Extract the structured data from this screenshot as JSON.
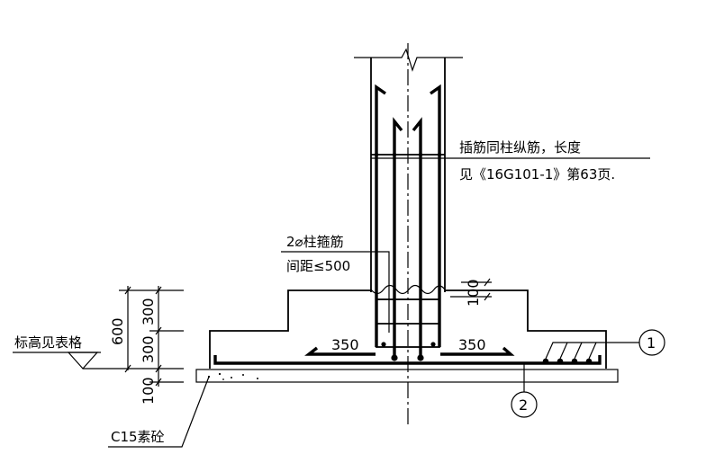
{
  "annotations": {
    "dowel_line1": "插筋同柱纵筋，长度",
    "dowel_line2": "见《16G101-1》第63页.",
    "stirrup_line1": "2⌀柱箍筋",
    "stirrup_line2": "间距≤500",
    "elevation": "标高见表格",
    "concrete": "C15素砼"
  },
  "dimensions": {
    "total_height": "600",
    "upper_step": "300",
    "lower_step": "300",
    "cushion": "100",
    "recess": "100",
    "left_offset": "350",
    "right_offset": "350"
  },
  "callouts": {
    "callout_1": "1",
    "callout_2": "2"
  }
}
